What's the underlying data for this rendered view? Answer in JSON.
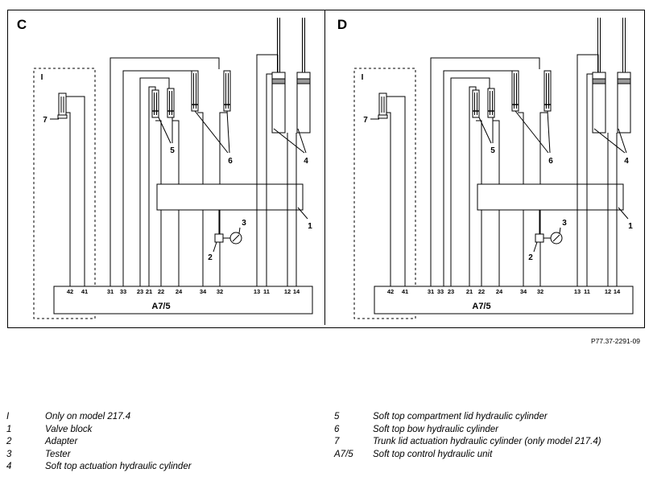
{
  "panels": [
    {
      "letter": "C",
      "section_label": "I",
      "unit_label": "A7/5",
      "pins": [
        "42",
        "41",
        "31",
        "33",
        "23",
        "21",
        "22",
        "24",
        "34",
        "32",
        "13",
        "11",
        "12",
        "14"
      ],
      "callouts": [
        "7",
        "5",
        "6",
        "4",
        "1",
        "3",
        "2"
      ]
    },
    {
      "letter": "D",
      "section_label": "I",
      "unit_label": "A7/5",
      "pins": [
        "42",
        "41",
        "31",
        "33",
        "23",
        "21",
        "22",
        "24",
        "34",
        "32",
        "13",
        "11",
        "12",
        "14"
      ],
      "callouts": [
        "7",
        "5",
        "6",
        "4",
        "1",
        "3",
        "2"
      ]
    }
  ],
  "figure_ref": "P77.37-2291-09",
  "legend": {
    "left": [
      {
        "key": "I",
        "text": "Only on model 217.4"
      },
      {
        "key": "1",
        "text": "Valve block"
      },
      {
        "key": "2",
        "text": "Adapter"
      },
      {
        "key": "3",
        "text": "Tester"
      },
      {
        "key": "4",
        "text": "Soft top actuation hydraulic cylinder"
      }
    ],
    "right": [
      {
        "key": "5",
        "text": "Soft top compartment lid hydraulic cylinder"
      },
      {
        "key": "6",
        "text": "Soft top bow hydraulic cylinder"
      },
      {
        "key": "7",
        "text": "Trunk lid actuation hydraulic cylinder (only model 217.4)"
      },
      {
        "key": "A7/5",
        "text": "Soft top control hydraulic unit"
      }
    ]
  }
}
